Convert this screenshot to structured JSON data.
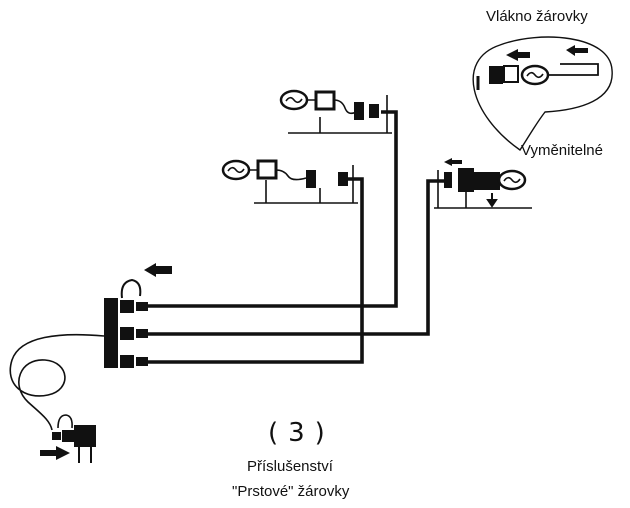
{
  "labels": {
    "filament": "Vlákno žárovky",
    "replaceable": "Vyměnitelné",
    "figure_number": "(3)",
    "accessory_line1": "Příslušenství",
    "accessory_line2": "\"Prstové\" žárovky"
  },
  "colors": {
    "ink": "#111111",
    "background": "#ffffff"
  }
}
